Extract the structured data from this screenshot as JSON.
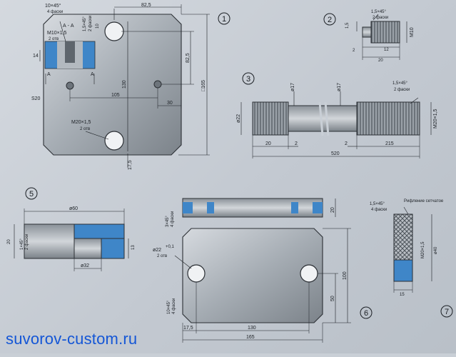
{
  "colors": {
    "metal_light": "#d0d4d8",
    "metal_dark": "#7c838a",
    "blue": "#3f86c8",
    "paper": "#c9cfd6",
    "ink": "#1b1f24",
    "watermark": "#1456d6"
  },
  "watermark": "suvorov-custom.ru",
  "part1": {
    "number": "1",
    "chamfer_top": "10×45°",
    "chamfer_top_note": "4 фаски",
    "dim_82_5_top": "82,5",
    "section": "А - А",
    "thread_m10": "M10×1,5",
    "thread_m10_note": "2 отв",
    "chamfer_15": "1,5×45°",
    "chamfer_15_note": "2 фаски",
    "dim_10": "10",
    "dim_14": "14",
    "label_a": "А",
    "dim_130": "130",
    "dim_82_5_right": "82,5",
    "dim_105": "105",
    "dim_30": "30",
    "square_165": "□165",
    "thickness": "S20",
    "thread_m20": "M20×1,5",
    "thread_m20_note": "2 отв",
    "dim_17_5": "17,5"
  },
  "part2": {
    "number": "2",
    "chamfer": "1,5×45°",
    "chamfer_note": "2 фаски",
    "dim_1_5": "1,5",
    "thread": "M10",
    "dim_2": "2",
    "dim_12": "12",
    "dim_20": "20"
  },
  "part3": {
    "number": "3",
    "dia_17a": "ø17",
    "dia_17b": "ø17",
    "chamfer": "1,5×45°",
    "chamfer_note": "2 фаски",
    "dia_22": "ø22",
    "thread": "M20×1,5",
    "dim_20": "20",
    "dim_2a": "2",
    "dim_2b": "2",
    "dim_215": "215",
    "dim_520": "520"
  },
  "part5": {
    "number": "5",
    "dia_60": "ø60",
    "chamfer": "1×45°",
    "chamfer_note": "2 фаски",
    "dim_20": "20",
    "dim_13": "13",
    "dia_32": "ø32"
  },
  "part6": {
    "number": "6",
    "chamfer_3": "3×45°",
    "chamfer_3_note": "4 фаски",
    "dim_20": "20",
    "hole": "ø22",
    "hole_tol": "+0,1",
    "hole_note": "2 отв",
    "chamfer_10": "10×45°",
    "chamfer_10_note": "4 фаски",
    "dim_100": "100",
    "dim_50": "50",
    "dim_17_5": "17,5",
    "dim_130": "130",
    "dim_165": "165"
  },
  "part7": {
    "number": "7",
    "chamfer": "1,5×45°",
    "chamfer_note": "4 фаски",
    "knurl": "Рифление сетчатое",
    "thread": "M20×1,5",
    "dia_40": "ø40",
    "dim_15": "15"
  }
}
